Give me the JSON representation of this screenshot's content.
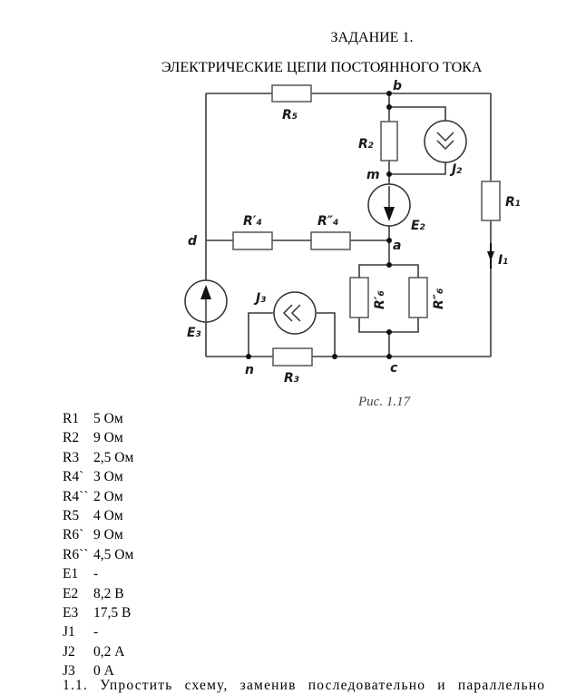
{
  "header": {
    "task": "ЗАДАНИЕ 1.",
    "subtitle": "ЭЛЕКТРИЧЕСКИЕ ЦЕПИ ПОСТОЯННОГО ТОКА"
  },
  "figure": {
    "caption": "Рис. 1.17",
    "nodes": [
      "b",
      "m",
      "a",
      "d",
      "n",
      "c"
    ],
    "components": {
      "R1": {
        "base": "R",
        "sub": "1"
      },
      "R2": {
        "base": "R",
        "sub": "2"
      },
      "R3": {
        "base": "R",
        "sub": "3"
      },
      "R4a": {
        "base": "R′",
        "sub": "4"
      },
      "R4b": {
        "base": "R″",
        "sub": "4"
      },
      "R5": {
        "base": "R",
        "sub": "5"
      },
      "R6a": {
        "base": "R′",
        "sub": "6"
      },
      "R6b": {
        "base": "R″",
        "sub": "6"
      },
      "E2": {
        "base": "E",
        "sub": "2"
      },
      "E3": {
        "base": "E",
        "sub": "3"
      },
      "J2": {
        "base": "J",
        "sub": "2"
      },
      "J3": {
        "base": "J",
        "sub": "3"
      },
      "I1": {
        "base": "I",
        "sub": "1"
      }
    }
  },
  "parameters": [
    {
      "name": "R1",
      "value": "5 Ом"
    },
    {
      "name": "R2",
      "value": "9 Ом"
    },
    {
      "name": "R3",
      "value": "2,5 Ом"
    },
    {
      "name": "R4`",
      "value": "3 Ом"
    },
    {
      "name": "R4``",
      "value": "2 Ом"
    },
    {
      "name": "R5",
      "value": "4 Ом"
    },
    {
      "name": "R6`",
      "value": "9 Ом"
    },
    {
      "name": "R6``",
      "value": "4,5 Ом"
    },
    {
      "name": "E1",
      "value": "-"
    },
    {
      "name": "E2",
      "value": "8,2 В"
    },
    {
      "name": "E3",
      "value": "17,5 В"
    },
    {
      "name": "J1",
      "value": "-"
    },
    {
      "name": "J2",
      "value": "0,2 А"
    },
    {
      "name": "J3",
      "value": "0 А"
    }
  ],
  "task_text": "1.1. Упростить схему, заменив последовательно и параллельно"
}
